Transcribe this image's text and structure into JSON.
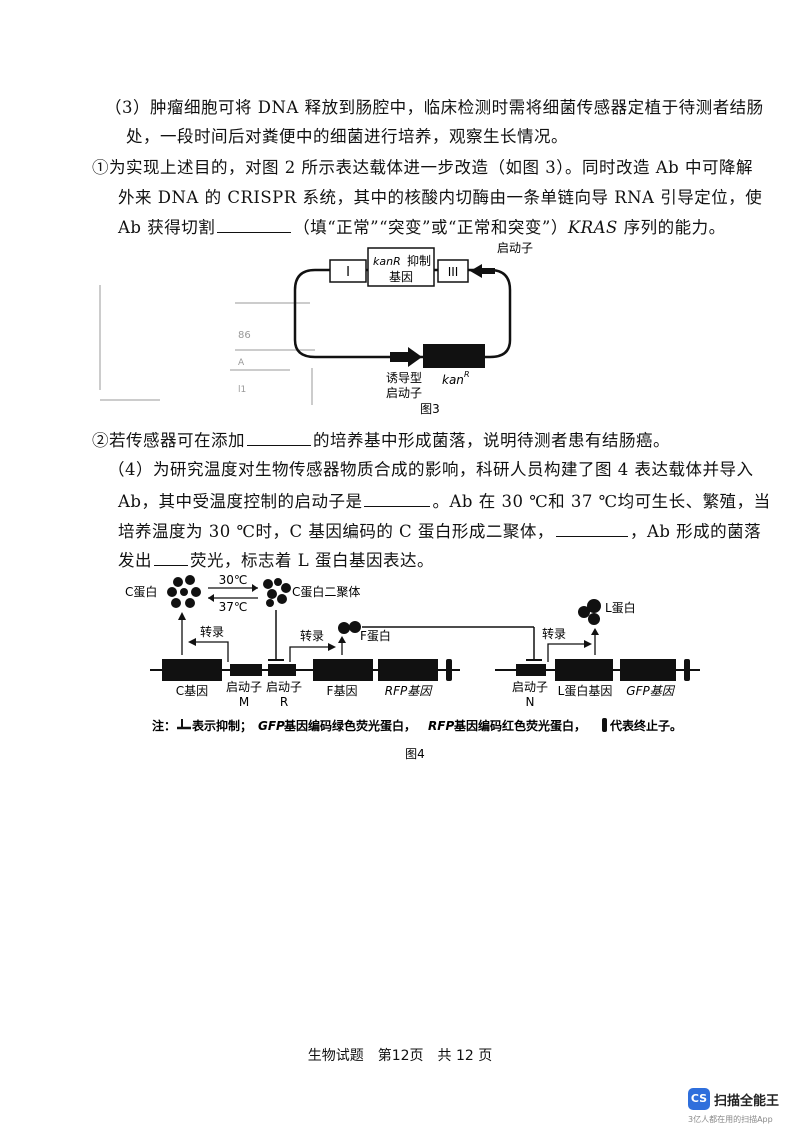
{
  "q3": {
    "intro": [
      "（3）肿瘤细胞可将 DNA 释放到肠腔中，临床检测时需将细菌传感器定植于待测者结肠",
      "处，一段时间后对粪便中的细菌进行培养，观察生长情况。"
    ],
    "p1_line1": "①为实现上述目的，对图 2 所示表达载体进一步改造（如图 3）。同时改造 Ab 中可降解",
    "p1_line2": "外来 DNA 的 CRISPR 系统，其中的核酸内切酶由一条单链向导 RNA 引导定位，使",
    "p1_line3_a": "Ab 获得切割",
    "p1_line3_b": "（填“正常”“突变”或“正常和突变”）",
    "p1_line3_kras": "KRAS",
    "p1_line3_c": " 序列的能力。",
    "p2_a": "②若传感器可在添加",
    "p2_b": "的培养基中形成菌落，说明待测者患有结肠癌。"
  },
  "fig3": {
    "title": "图3",
    "box1": "I",
    "box2_sup": "kanR",
    "box2_l1": "抑制",
    "box2_l2": "基因",
    "box3": "III",
    "promoter": "启动子",
    "inducible_l1": "诱导型",
    "inducible_l2": "启动子",
    "kan": "kan",
    "kan_sup": "R",
    "bleed": [
      "86",
      "A",
      "l1"
    ]
  },
  "q4": {
    "l1": "（4）为研究温度对生物传感器物质合成的影响，科研人员构建了图 4 表达载体并导入",
    "l2_a": "Ab，其中受温度控制的启动子是",
    "l2_b": "。Ab 在 30 ℃和 37 ℃均可生长、繁殖，当",
    "l3_a": "培养温度为 30 ℃时，C 基因编码的 C 蛋白形成二聚体，",
    "l3_b": "，Ab 形成的菌落",
    "l4_a": "发出",
    "l4_b": "荧光，标志着 L 蛋白基因表达。"
  },
  "fig4": {
    "title": "图4",
    "c_protein": "C蛋白",
    "t30": "30℃",
    "t37": "37℃",
    "dimer": "C蛋白二聚体",
    "transcribe": "转录",
    "f_protein": "F蛋白",
    "l_protein": "L蛋白",
    "c_gene": "C基因",
    "promoter": "启动子",
    "m": "M",
    "r": "R",
    "n": "N",
    "f_gene": "F基因",
    "rfp_gene": "RFP基因",
    "l_gene": "L蛋白基因",
    "gfp_gene": "GFP基因",
    "note_a": "注：",
    "note_b": "表示抑制；",
    "note_c": "GFP",
    "note_d": "基因编码绿色荧光蛋白，",
    "note_e": "RFP",
    "note_f": "基因编码红色荧光蛋白，",
    "note_g": "代表终止子。"
  },
  "footer": "生物试题　第12页　共 12 页",
  "logo": {
    "badge": "CS",
    "name": "扫描全能王",
    "tagline": "3亿人都在用的扫描App"
  }
}
